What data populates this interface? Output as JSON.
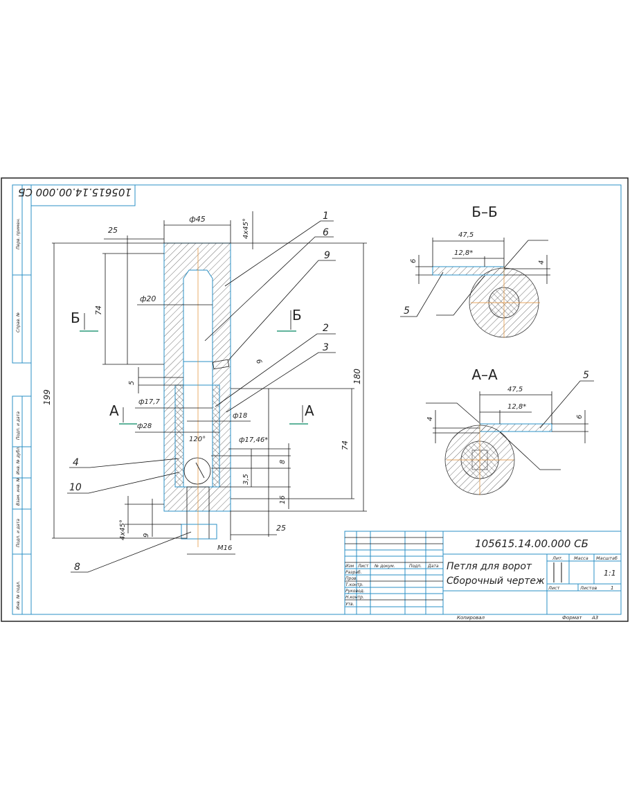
{
  "stamp_code": "105615.14.00.000 СБ",
  "side_strip": [
    "Перв. примен.",
    "Справ. №",
    "Подп. и дата",
    "Инв. № дубл.",
    "Взам. инв. №",
    "Подп. и дата",
    "Инв. № подл."
  ],
  "dimensions": {
    "d45": "ф45",
    "chamfer_top": "4х45°",
    "d25_top": "25",
    "d74_left": "74",
    "d199": "199",
    "d180": "180",
    "d20": "ф20",
    "d5": "5",
    "d17_7": "ф17,7",
    "d28": "ф28",
    "d18": "ф18",
    "d6_hole": "6",
    "angle120": "120°",
    "d17_46": "ф17,46*",
    "d8": "8",
    "d3_5": "3,5",
    "d16": "16",
    "d74_right": "74",
    "chamfer_bottom": "4х45°",
    "d9": "9",
    "m16": "М16",
    "d25_bottom": "25"
  },
  "section_marks": {
    "b_left": "Б",
    "b_right": "Б",
    "a_left": "А",
    "a_right": "А"
  },
  "positions": [
    "1",
    "6",
    "9",
    "2",
    "3",
    "4",
    "10",
    "8",
    "5",
    "5"
  ],
  "section_bb": {
    "title": "Б–Б",
    "w": "47,5",
    "w2": "12,8*",
    "h1": "6",
    "h2": "4"
  },
  "section_aa": {
    "title": "А–А",
    "w": "47,5",
    "w2": "12,8*",
    "h1": "4",
    "h2": "6"
  },
  "title_block": {
    "code": "105615.14.00.000 СБ",
    "name_line1": "Петля для ворот",
    "name_line2": "Сборочный чертеж",
    "headers": [
      "Изм",
      "Лист",
      "№ докум.",
      "Подп.",
      "Дата"
    ],
    "roles": [
      "Разраб.",
      "Пров.",
      "Т.контр.",
      "Руковод.",
      "Н.контр.",
      "Утв."
    ],
    "lit": "Лит.",
    "mass": "Масса",
    "scale_label": "Масштаб",
    "scale": "1:1",
    "sheet": "Лист",
    "sheets": "Листов",
    "sheets_count": "1",
    "copied": "Копировал",
    "format": "Формат",
    "format_value": "А3"
  }
}
